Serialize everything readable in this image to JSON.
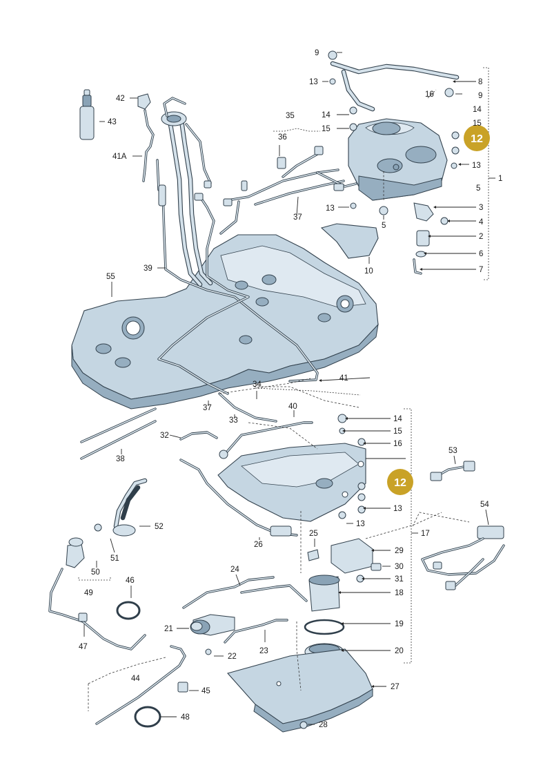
{
  "callouts": {
    "c1": "1",
    "c2": "2",
    "c3": "3",
    "c4": "4",
    "c5": "5",
    "c5b": "5",
    "c6": "6",
    "c7": "7",
    "c8": "8",
    "c9": "9",
    "c9b": "9",
    "c10": "10",
    "c12a": "12",
    "c12b": "12",
    "c13a": "13",
    "c13b": "13",
    "c13c": "13",
    "c13d": "13",
    "c13e": "13",
    "c14a": "14",
    "c14b": "14",
    "c14c": "14",
    "c15a": "15",
    "c15b": "15",
    "c15c": "15",
    "c16a": "16",
    "c16b": "16",
    "c17": "17",
    "c18": "18",
    "c19": "19",
    "c20": "20",
    "c21": "21",
    "c22": "22",
    "c23": "23",
    "c24": "24",
    "c25": "25",
    "c26": "26",
    "c27": "27",
    "c28": "28",
    "c29": "29",
    "c30": "30",
    "c31": "31",
    "c32": "32",
    "c33": "33",
    "c34": "34",
    "c35": "35",
    "c36": "36",
    "c37a": "37",
    "c37b": "37",
    "c38": "38",
    "c39": "39",
    "c40": "40",
    "c41": "41",
    "c41a": "41A",
    "c42": "42",
    "c43": "43",
    "c44": "44",
    "c45": "45",
    "c46": "46",
    "c47": "47",
    "c48": "48",
    "c49": "49",
    "c50": "50",
    "c51": "51",
    "c52": "52",
    "c53": "53",
    "c54": "54",
    "c55": "55"
  },
  "colors": {
    "highlight_badge": "#c9a227",
    "tank_fill": "#c5d6e2",
    "line": "#32414d"
  },
  "icons": [
    "fuel-tank",
    "carbon-canister",
    "fuel-pump",
    "filler-neck",
    "fuel-line",
    "wiring-harness",
    "heat-shield"
  ]
}
